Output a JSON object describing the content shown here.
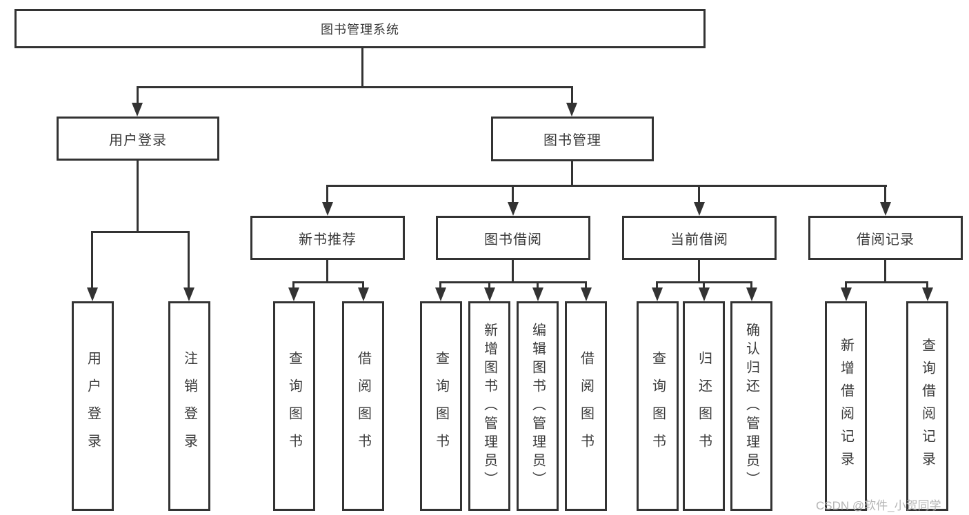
{
  "diagram_title": "图书管理系统",
  "nodes": {
    "root": "图书管理系统",
    "level2": [
      "用户登录",
      "图书管理"
    ],
    "level3": [
      "新书推荐",
      "图书借阅",
      "当前借阅",
      "借阅记录"
    ],
    "leaves": {
      "user_login": [
        "用户登录",
        "注销登录"
      ],
      "new_books": [
        "查询图书",
        "借阅图书"
      ],
      "book_borrow": [
        "查询图书",
        "新增图书（管理员）",
        "编辑图书（管理员）",
        "借阅图书"
      ],
      "current_borrow": [
        "查询图书",
        "归还图书",
        "确认归还（管理员）"
      ],
      "borrow_records": [
        "新增借阅记录",
        "查询借阅记录"
      ]
    }
  },
  "watermark": {
    "text": "CSDN @软件_小贺同学"
  }
}
